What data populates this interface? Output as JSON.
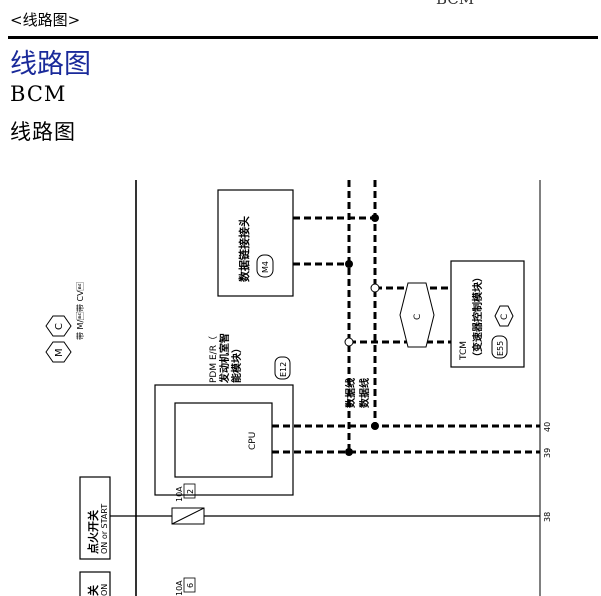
{
  "header": {
    "corner_tag": "BCM",
    "breadcrumb": "<线路图>",
    "title": "线路图",
    "subtitle_module": "BCM",
    "subtitle_section": "线路图"
  },
  "diagram": {
    "legend_c": "C",
    "legend_m": "M",
    "legend_c_text": "带 CV\b",
    "legend_m_text": "带 M/\b",
    "data_link_connector": "数据链接接头",
    "data_link_id": "M4",
    "tcm_line1": "TCM",
    "tcm_line2": "（变速器控制模块）",
    "tcm_id": "E55",
    "tcm_c": "C",
    "pdm_line1": "PDM E/R（",
    "pdm_line2": "发动机室智",
    "pdm_line3": "能模块）",
    "pdm_id": "E12",
    "cpu": "CPU",
    "bus_c": "C",
    "data_line_a": "数据线",
    "data_line_b": "数据线",
    "ign_line1": "点火开关",
    "ign_line2": "ON or START",
    "ign2_line1": "关",
    "ign2_line2": "ON",
    "fuse1_rating": "10A",
    "fuse1_no": "2",
    "fuse2_rating": "10A",
    "fuse2_no": "6",
    "pin40": "40",
    "pin39": "39",
    "pin38": "38"
  }
}
